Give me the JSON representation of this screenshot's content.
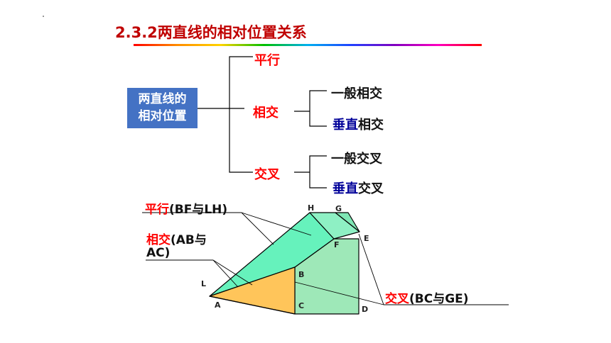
{
  "title": "2.3.2两直线的相对位置关系",
  "root": {
    "line1": "两直线的",
    "line2": "相对位置"
  },
  "branches": {
    "parallel": "平行",
    "intersect": "相交",
    "skew": "交叉"
  },
  "sub": {
    "intersect_general": "一般相交",
    "intersect_perp_a": "垂直",
    "intersect_perp_b": "相交",
    "skew_general": "一般交叉",
    "skew_perp_a": "垂直",
    "skew_perp_b": "交叉"
  },
  "callouts": {
    "parallel": {
      "term": "平行",
      "rest": "(BF与LH)"
    },
    "intersect": {
      "term": "相交",
      "rest1": "(AB与",
      "rest2": "AC)"
    },
    "skew": {
      "term": "交叉",
      "rest": "(BC与GE)"
    }
  },
  "vertices": {
    "H": "H",
    "G": "G",
    "E": "E",
    "F": "F",
    "B": "B",
    "L": "L",
    "A": "A",
    "C": "C",
    "D": "D"
  },
  "colors": {
    "title": "#c00000",
    "box": "#4472c4",
    "red_term": "#ff0000",
    "perp_term": "#000099",
    "face_light": "#66f2bc",
    "face_mid": "#9ee8b8",
    "face_triangle": "#ffc55a"
  }
}
